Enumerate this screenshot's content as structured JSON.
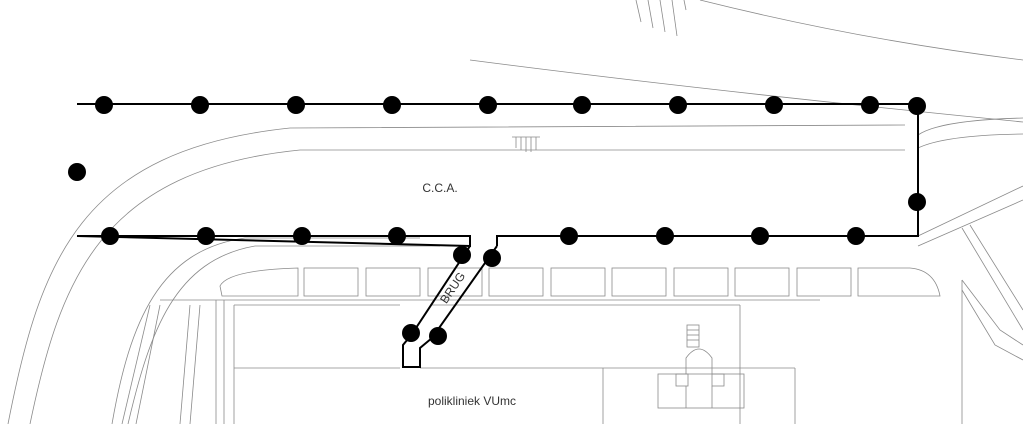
{
  "labels": {
    "cca": "C.C.A.",
    "bridge": "BRUG",
    "polikliniek": "polikliniek VUmc"
  },
  "colors": {
    "outline": "#000000",
    "columns": "#000000",
    "context_lines": "#8a8a8a",
    "background": "#ffffff"
  }
}
